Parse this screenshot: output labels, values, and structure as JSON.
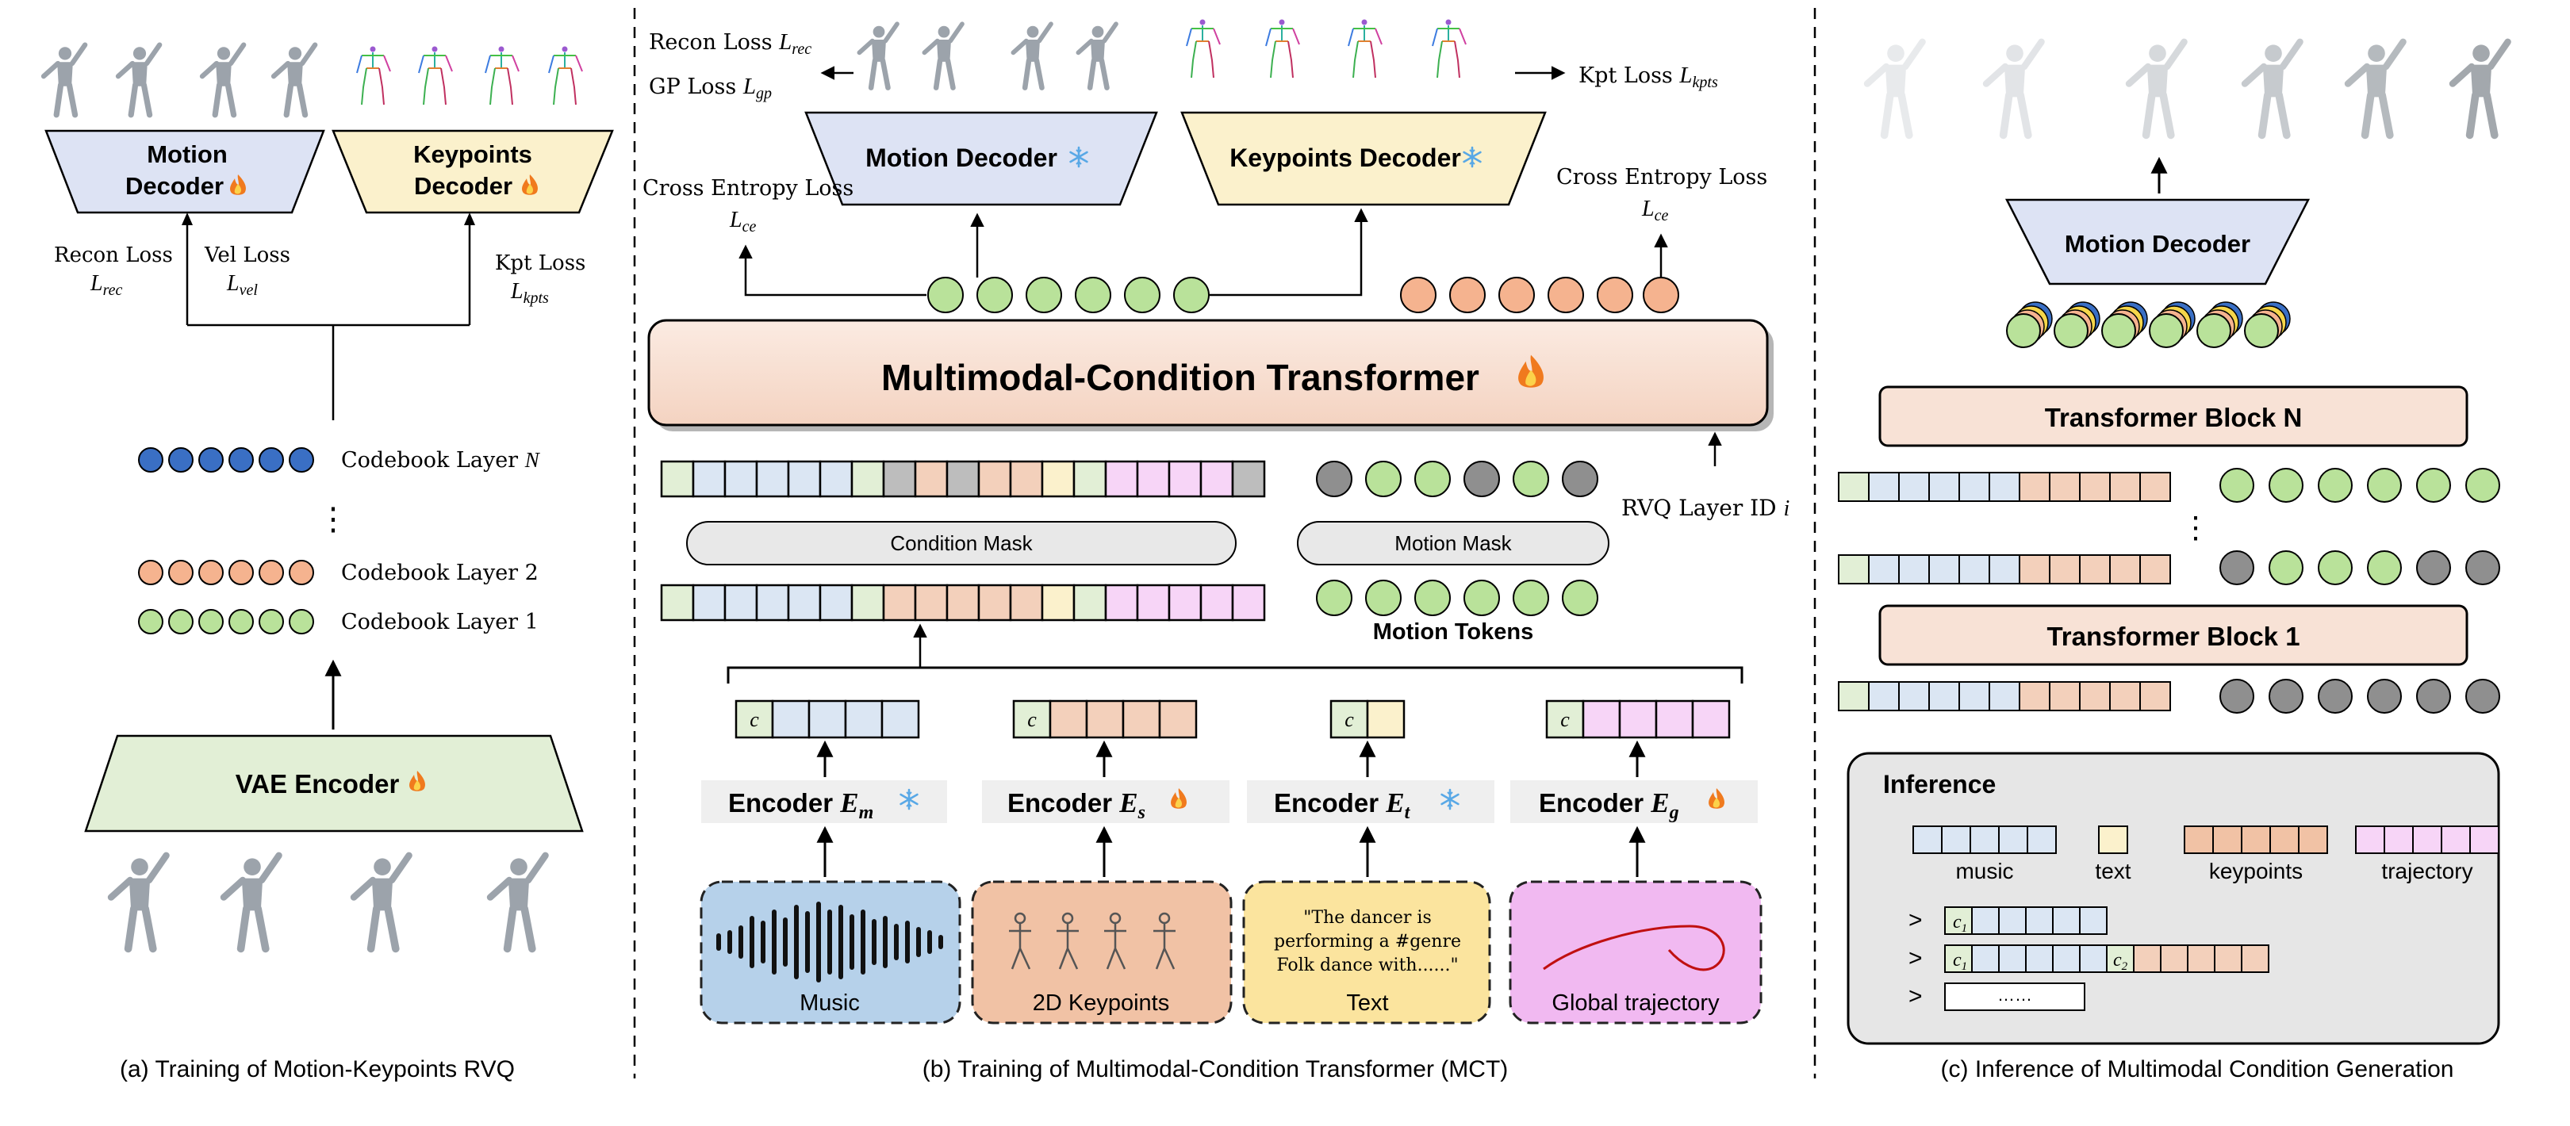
{
  "colors": {
    "blue_token": "#3a6fc4",
    "orange_token": "#f5b38f",
    "green_token": "#b9e29a",
    "gray_token": "#8f8f8f",
    "decoder_fill": "#dde3f4",
    "keypoint_decoder_fill": "#fbf1cc",
    "encoder_fill": "#e2efd6",
    "transformer_fill": "#f8e2d6",
    "music_fill": "#b6d1ea",
    "keypoints_fill": "#f1c2a5",
    "text_fill": "#fbe49e",
    "trajectory_fill": "#f1b9f1",
    "panel_fill": "#e6e6e6"
  },
  "icons": {
    "trainable": "fire-icon",
    "frozen": "snowflake-icon"
  },
  "panel_a": {
    "motion_decoder": [
      "Motion",
      "Decoder"
    ],
    "keypoints_decoder": [
      "Keypoints",
      "Decoder"
    ],
    "recon_loss": "Recon Loss",
    "recon_loss_sym": "L",
    "recon_loss_sub": "rec",
    "vel_loss": "Vel Loss",
    "vel_loss_sym": "L",
    "vel_loss_sub": "vel",
    "kpt_loss": "Kpt Loss",
    "kpt_loss_sym": "L",
    "kpt_loss_sub": "kpts",
    "codebook_n": "Codebook Layer",
    "codebook_n_var": "N",
    "ellipsis": "⋮",
    "codebook_2": "Codebook Layer 2",
    "codebook_1": "Codebook Layer 1",
    "vae_encoder": "VAE Encoder",
    "caption": "(a)  Training of Motion-Keypoints RVQ"
  },
  "panel_b": {
    "recon_loss": "Recon Loss",
    "recon_loss_sym": "L",
    "recon_loss_sub": "rec",
    "gp_loss": "GP Loss",
    "gp_loss_sym": "L",
    "gp_loss_sub": "gp",
    "kpt_loss": "Kpt Loss",
    "kpt_loss_sym": "L",
    "kpt_loss_sub": "kpts",
    "motion_decoder": "Motion Decoder",
    "keypoints_decoder": "Keypoints Decoder",
    "ce_loss_left": "Cross Entropy Loss",
    "ce_loss_right": "Cross Entropy Loss",
    "ce_sym": "L",
    "ce_sub": "ce",
    "transformer": "Multimodal-Condition Transformer",
    "condition_mask": "Condition Mask",
    "motion_mask": "Motion Mask",
    "rvq_layer": "RVQ Layer ID",
    "rvq_layer_var": "i",
    "motion_tokens": "Motion Tokens",
    "cls_token": "c",
    "encoder_word": "Encoder",
    "encoder_sym": "E",
    "encoder_subs": [
      "m",
      "s",
      "t",
      "g"
    ],
    "text_quote": [
      "\"The dancer is",
      "performing a #genre",
      "Folk dance with......\""
    ],
    "inputs": [
      "Music",
      "2D Keypoints",
      "Text",
      "Global trajectory"
    ],
    "caption": "(b) Training of Multimodal-Condition Transformer (MCT)"
  },
  "panel_c": {
    "motion_decoder": "Motion Decoder",
    "block_n": "Transformer Block N",
    "ellipsis": "⋮",
    "block_1": "Transformer Block 1",
    "inference_title": "Inference",
    "legend": [
      "music",
      "text",
      "keypoints",
      "trajectory"
    ],
    "seq_c1": "c",
    "seq_c1_sub": "1",
    "seq_c2": "c",
    "seq_c2_sub": "2",
    "prompt": ">",
    "seq_more": "……",
    "caption": "(c) Inference of Multimodal Condition Generation"
  }
}
